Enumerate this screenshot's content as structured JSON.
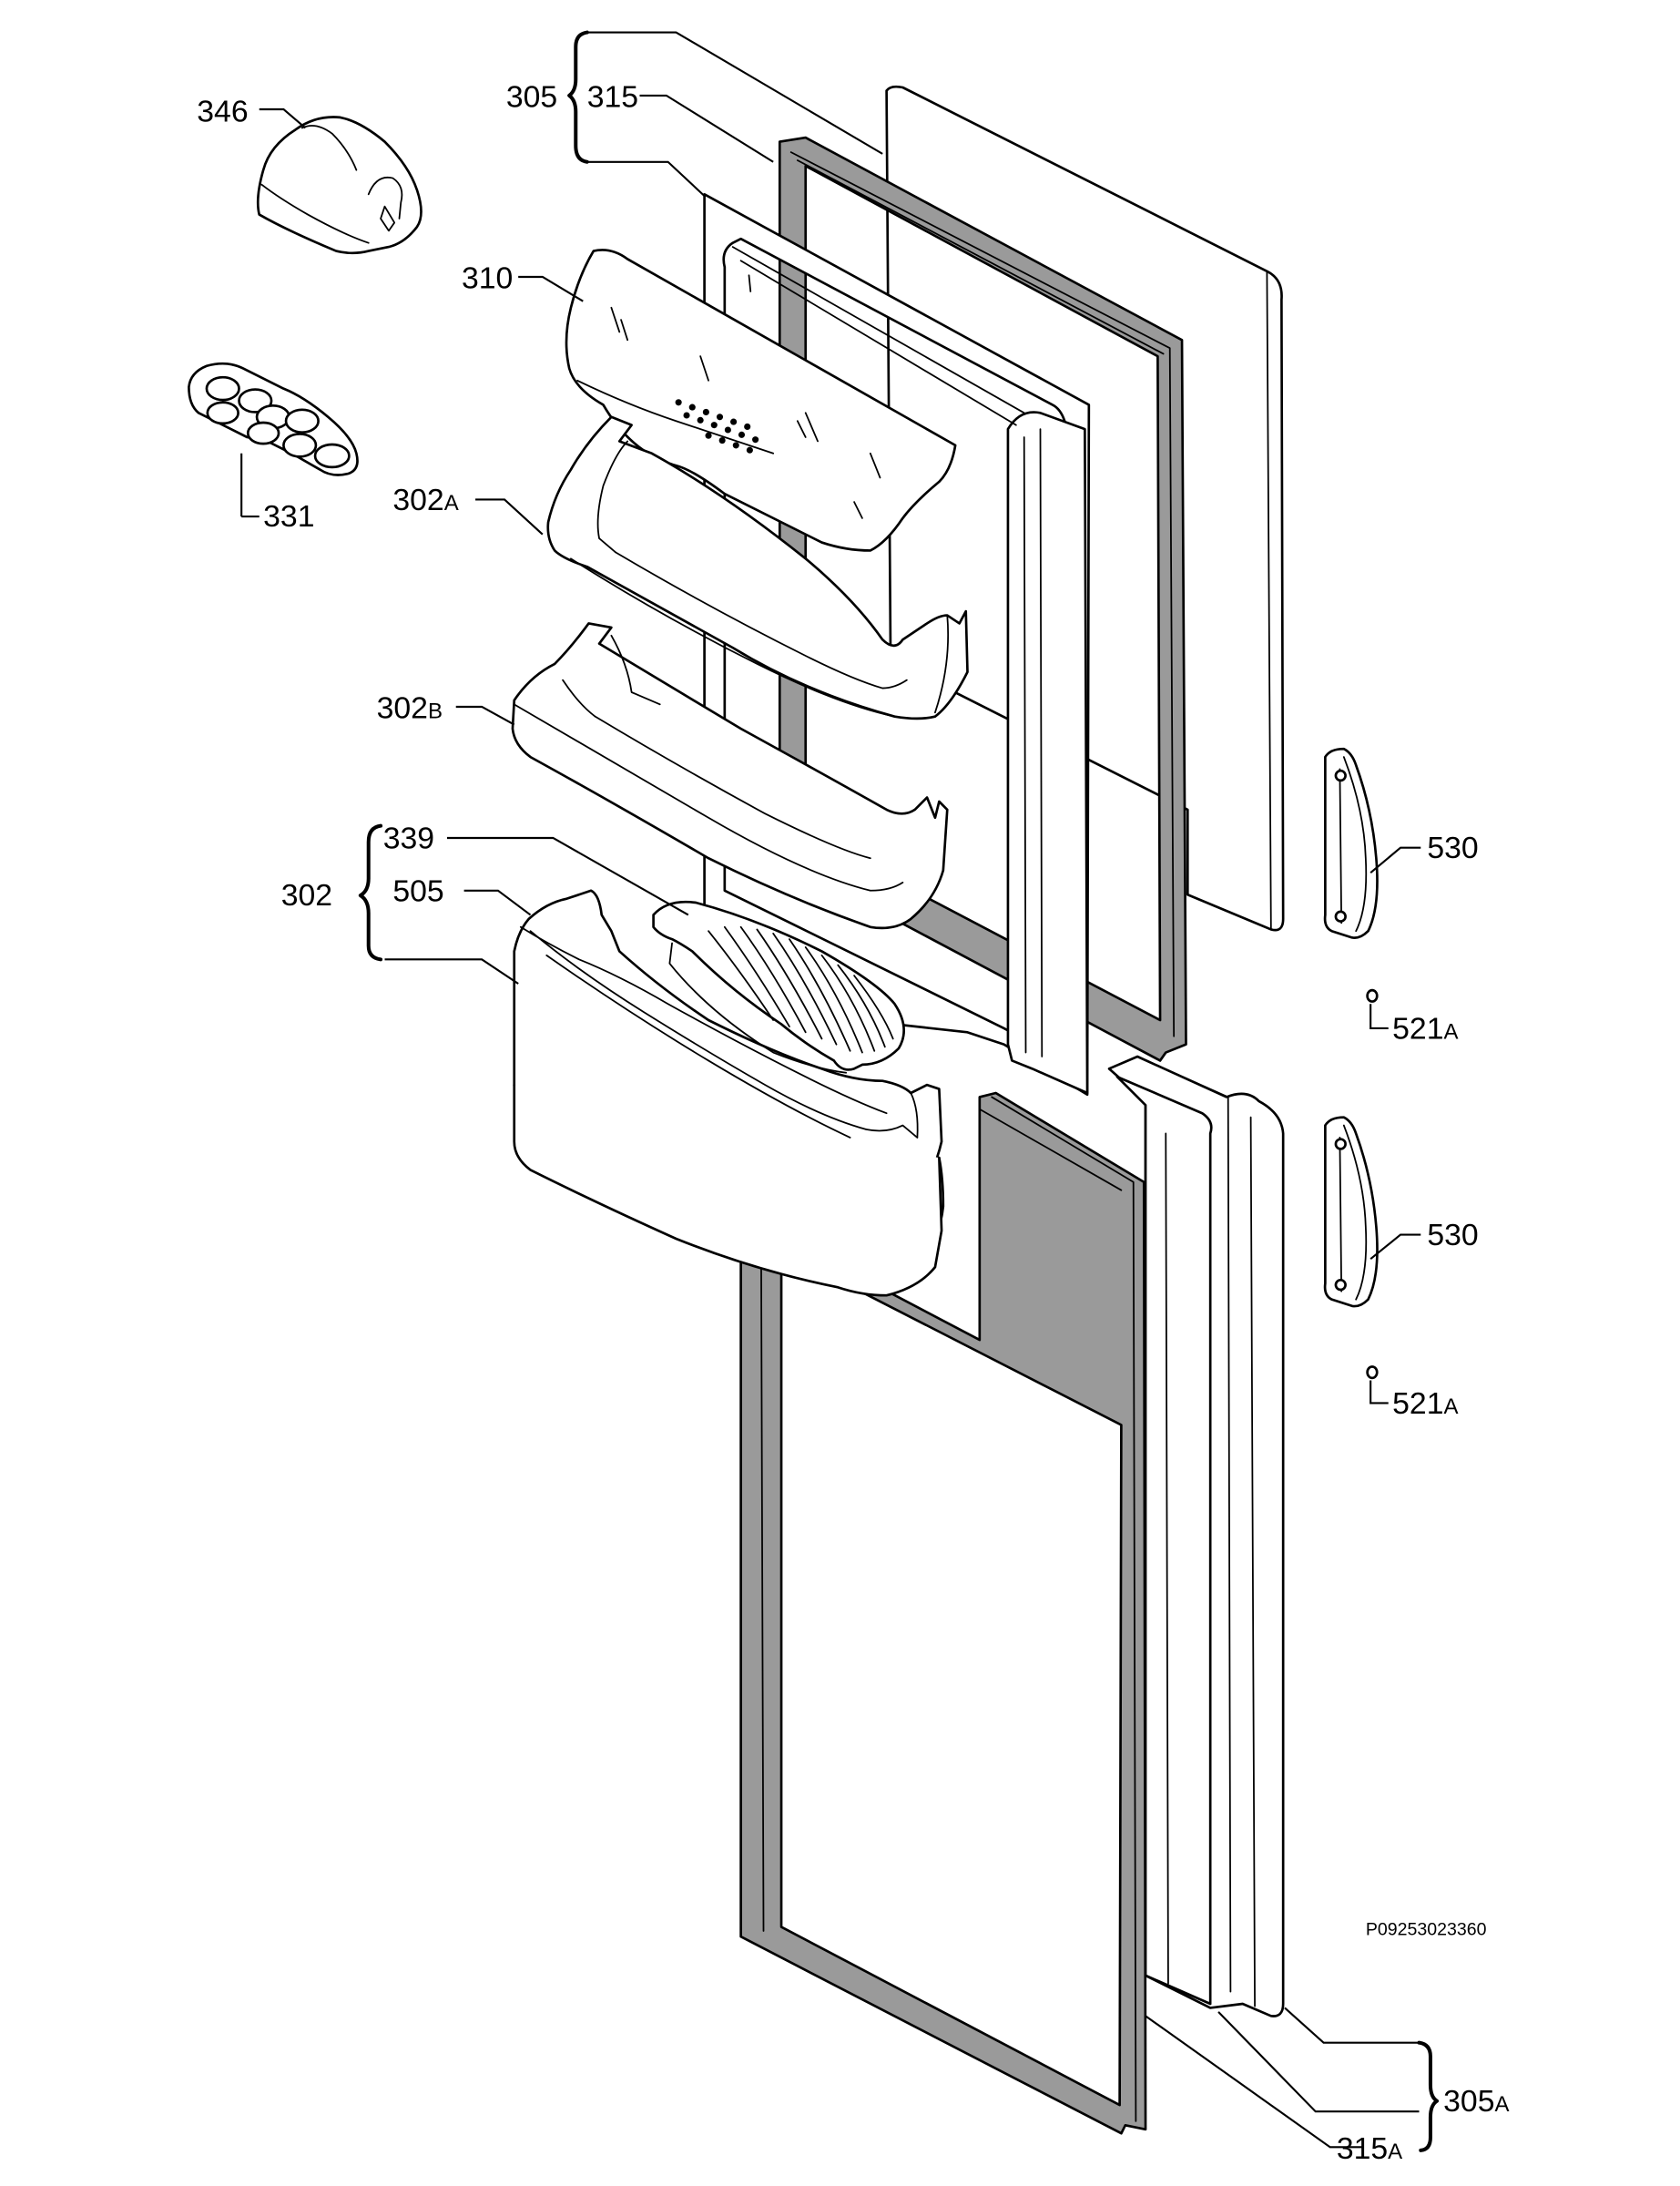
{
  "diagram": {
    "reference_code": "P09253023360",
    "labels": {
      "l346": "346",
      "l331": "331",
      "l305": "305",
      "l315": "315",
      "l310": "310",
      "l302a_num": "302",
      "l302a_suf": "A",
      "l302b_num": "302",
      "l302b_suf": "B",
      "l302": "302",
      "l339": "339",
      "l505": "505",
      "l530_top": "530",
      "l521a_top_num": "521",
      "l521a_top_suf": "A",
      "l530_bot": "530",
      "l521a_bot_num": "521",
      "l521a_bot_suf": "A",
      "l305a_num": "305",
      "l305a_suf": "A",
      "l315a_num": "315",
      "l315a_suf": "A"
    },
    "parts": [
      {
        "name": "egg-tray-cover"
      },
      {
        "name": "egg-tray"
      },
      {
        "name": "upper-door-panel"
      },
      {
        "name": "upper-door-gasket"
      },
      {
        "name": "upper-inner-door-liner"
      },
      {
        "name": "dairy-compartment-lid"
      },
      {
        "name": "door-shelf-a"
      },
      {
        "name": "door-shelf-b"
      },
      {
        "name": "bottle-shelf"
      },
      {
        "name": "bottle-retainer"
      },
      {
        "name": "lower-door-panel"
      },
      {
        "name": "lower-door-gasket"
      },
      {
        "name": "door-handle-upper"
      },
      {
        "name": "door-handle-lower"
      },
      {
        "name": "handle-screw-cover-upper"
      },
      {
        "name": "handle-screw-cover-lower"
      }
    ]
  }
}
